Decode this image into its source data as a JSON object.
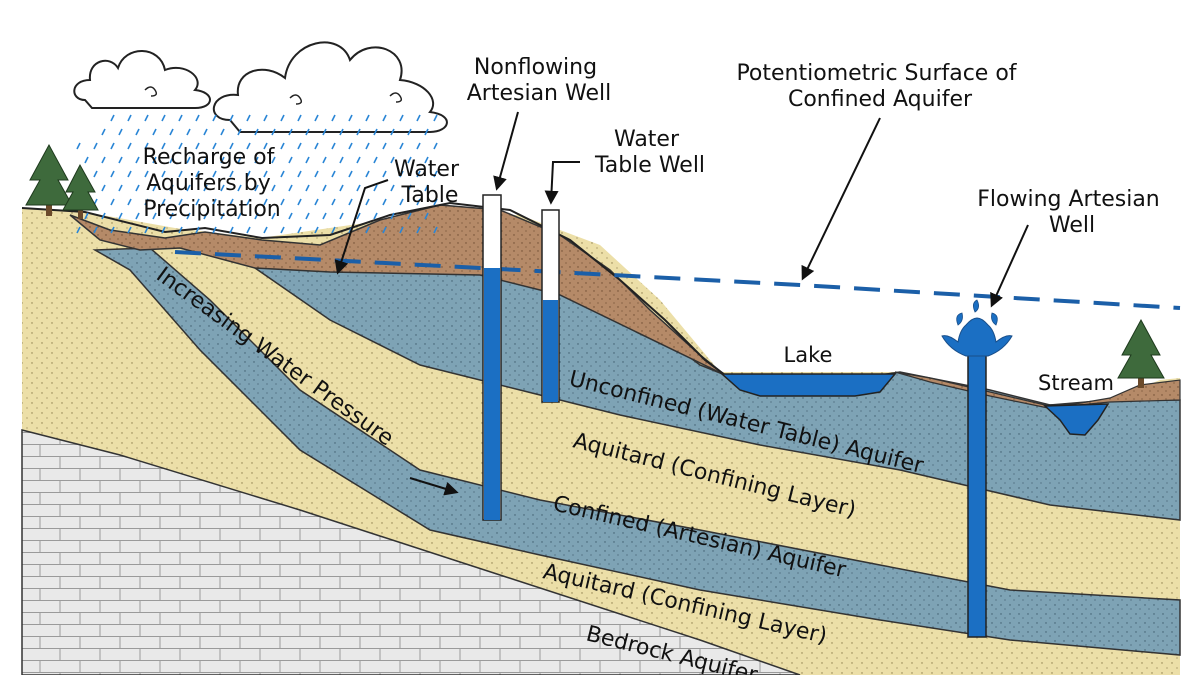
{
  "labels": {
    "recharge": [
      "Recharge of",
      "Aquifers by",
      "Precipitation"
    ],
    "water_table": [
      "Water",
      "Table"
    ],
    "nonflowing_well": [
      "Nonflowing",
      "Artesian Well"
    ],
    "water_table_well": [
      "Water",
      "Table Well"
    ],
    "potentiometric": [
      "Potentiometric Surface of",
      "Confined Aquifer"
    ],
    "flowing_well": [
      "Flowing Artesian",
      "Well"
    ],
    "lake": "Lake",
    "stream": "Stream",
    "increasing_pressure": "Increasing Water Pressure",
    "unconfined_aquifer": "Unconfined (Water Table) Aquifer",
    "aquitard_upper": "Aquitard (Confining Layer)",
    "confined_aquifer": "Confined (Artesian) Aquifer",
    "aquitard_lower": "Aquitard (Confining Layer)",
    "bedrock": "Bedrock Aquifer"
  },
  "colors": {
    "sand": "#ecdfa8",
    "aquifer": "#7ea3b5",
    "soil": "#b58a68",
    "bedrock": "#e8e8e8",
    "water": "#1b6fc3",
    "water_light": "#2a86d6",
    "tree": "#3e6a3c",
    "trunk": "#6b4a2b",
    "line": "#222222"
  }
}
